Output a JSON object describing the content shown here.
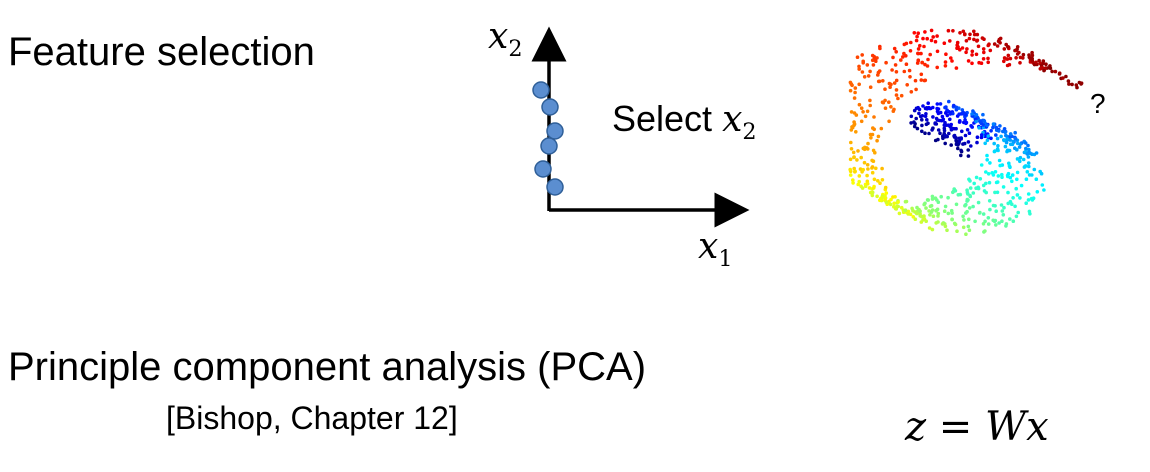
{
  "feature_selection": {
    "heading": "Feature selection",
    "axis_x": {
      "symbol": "x",
      "subscript": "1"
    },
    "axis_y": {
      "symbol": "x",
      "subscript": "2"
    },
    "select_text": "Select ",
    "select_var": {
      "symbol": "x",
      "subscript": "2"
    },
    "point_color": "#5b8ed0",
    "question_mark": "?"
  },
  "pca": {
    "heading": "Principle component analysis (PCA)",
    "reference": "[Bishop, Chapter 12]",
    "equation": "z = Wx"
  }
}
